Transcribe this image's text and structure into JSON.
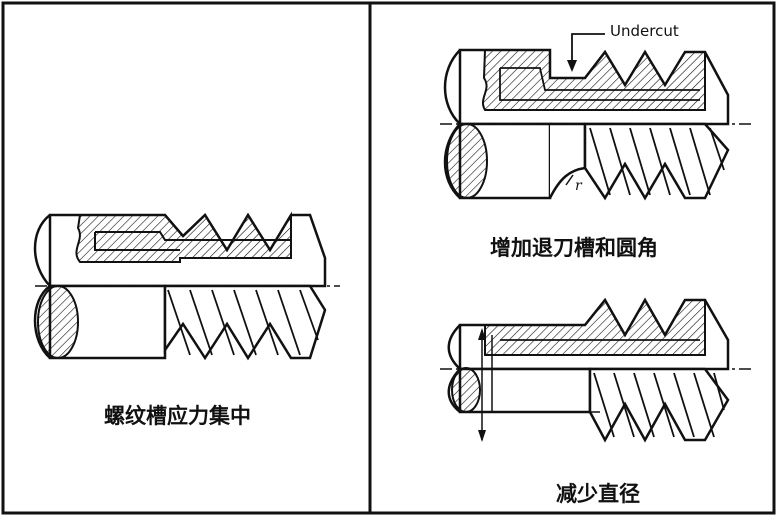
{
  "panels": {
    "left": {
      "caption": "螺纹槽应力集中"
    },
    "top_right": {
      "caption": "增加退刀槽和圆角",
      "undercut_label": "Undercut",
      "radius_label": "r"
    },
    "bottom_right": {
      "caption": "减少直径"
    }
  },
  "colors": {
    "line": "#111111",
    "background": "#ffffff"
  }
}
